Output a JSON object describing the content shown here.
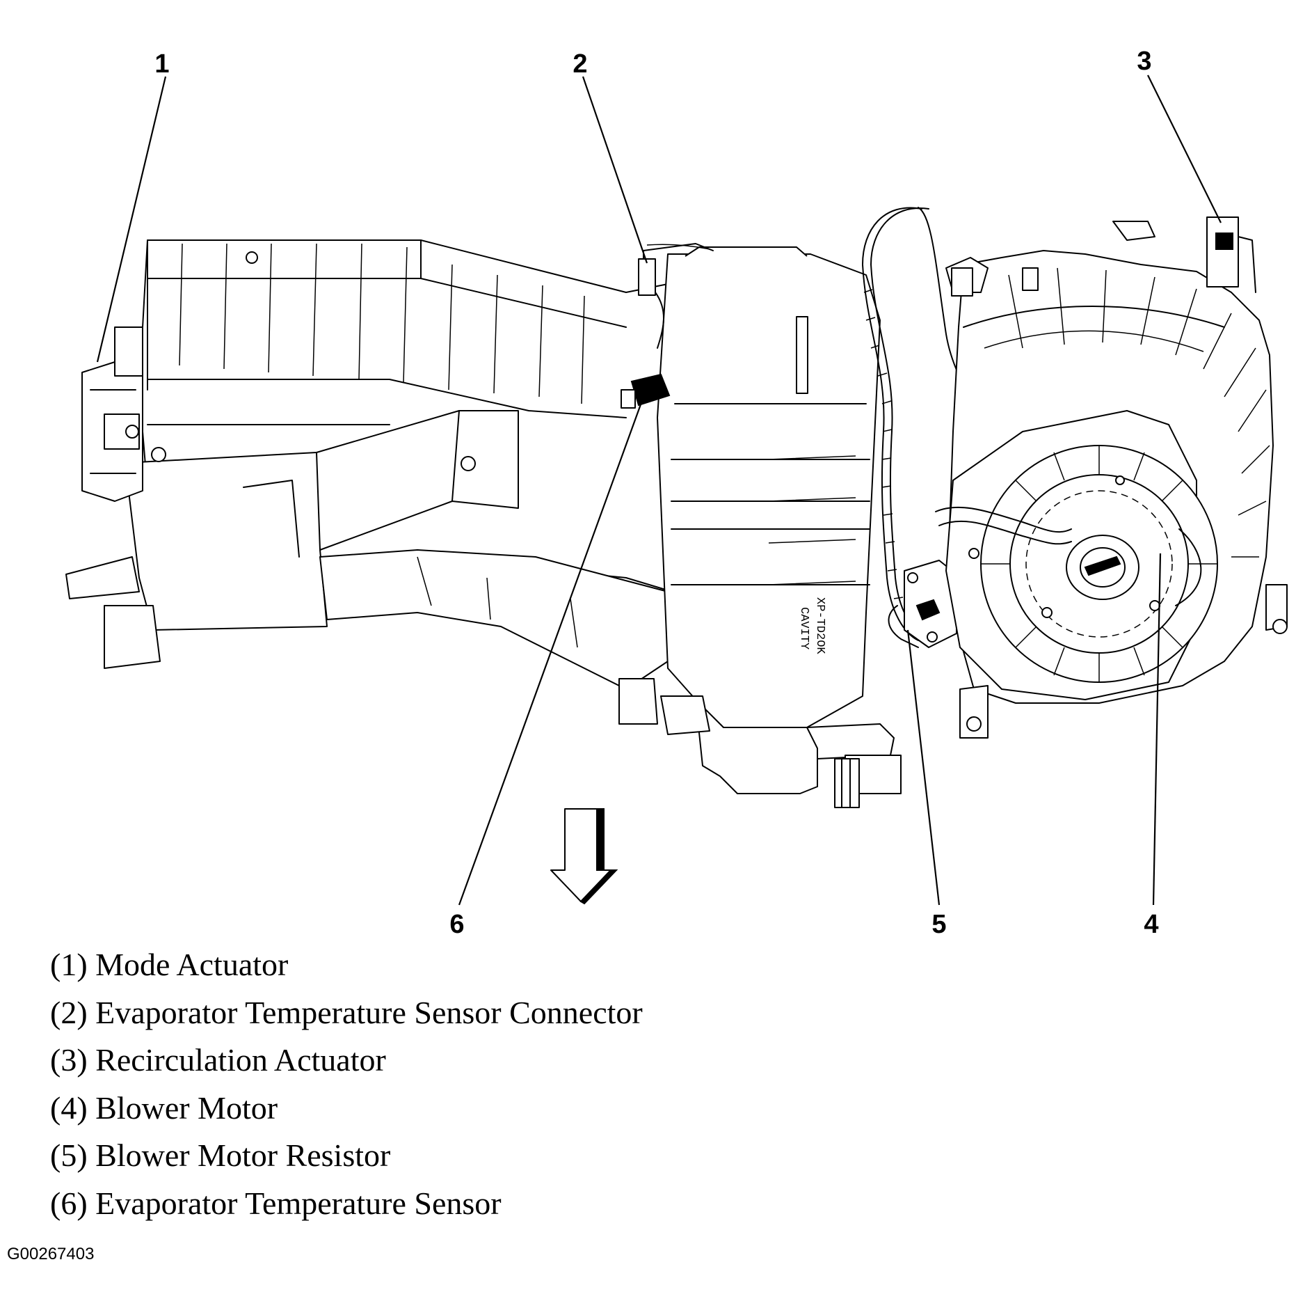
{
  "callouts": [
    "1",
    "2",
    "3",
    "4",
    "5",
    "6"
  ],
  "housing_label": {
    "line1": "XP-TD2OK",
    "line2": "CAVITY"
  },
  "legend": [
    "(1) Mode Actuator",
    "(2) Evaporator Temperature Sensor Connector",
    "(3) Recirculation Actuator",
    "(4) Blower Motor",
    "(5) Blower Motor Resistor",
    "(6) Evaporator Temperature Sensor"
  ],
  "figure_id": "G00267403",
  "icons": [
    "down-arrow-icon"
  ]
}
